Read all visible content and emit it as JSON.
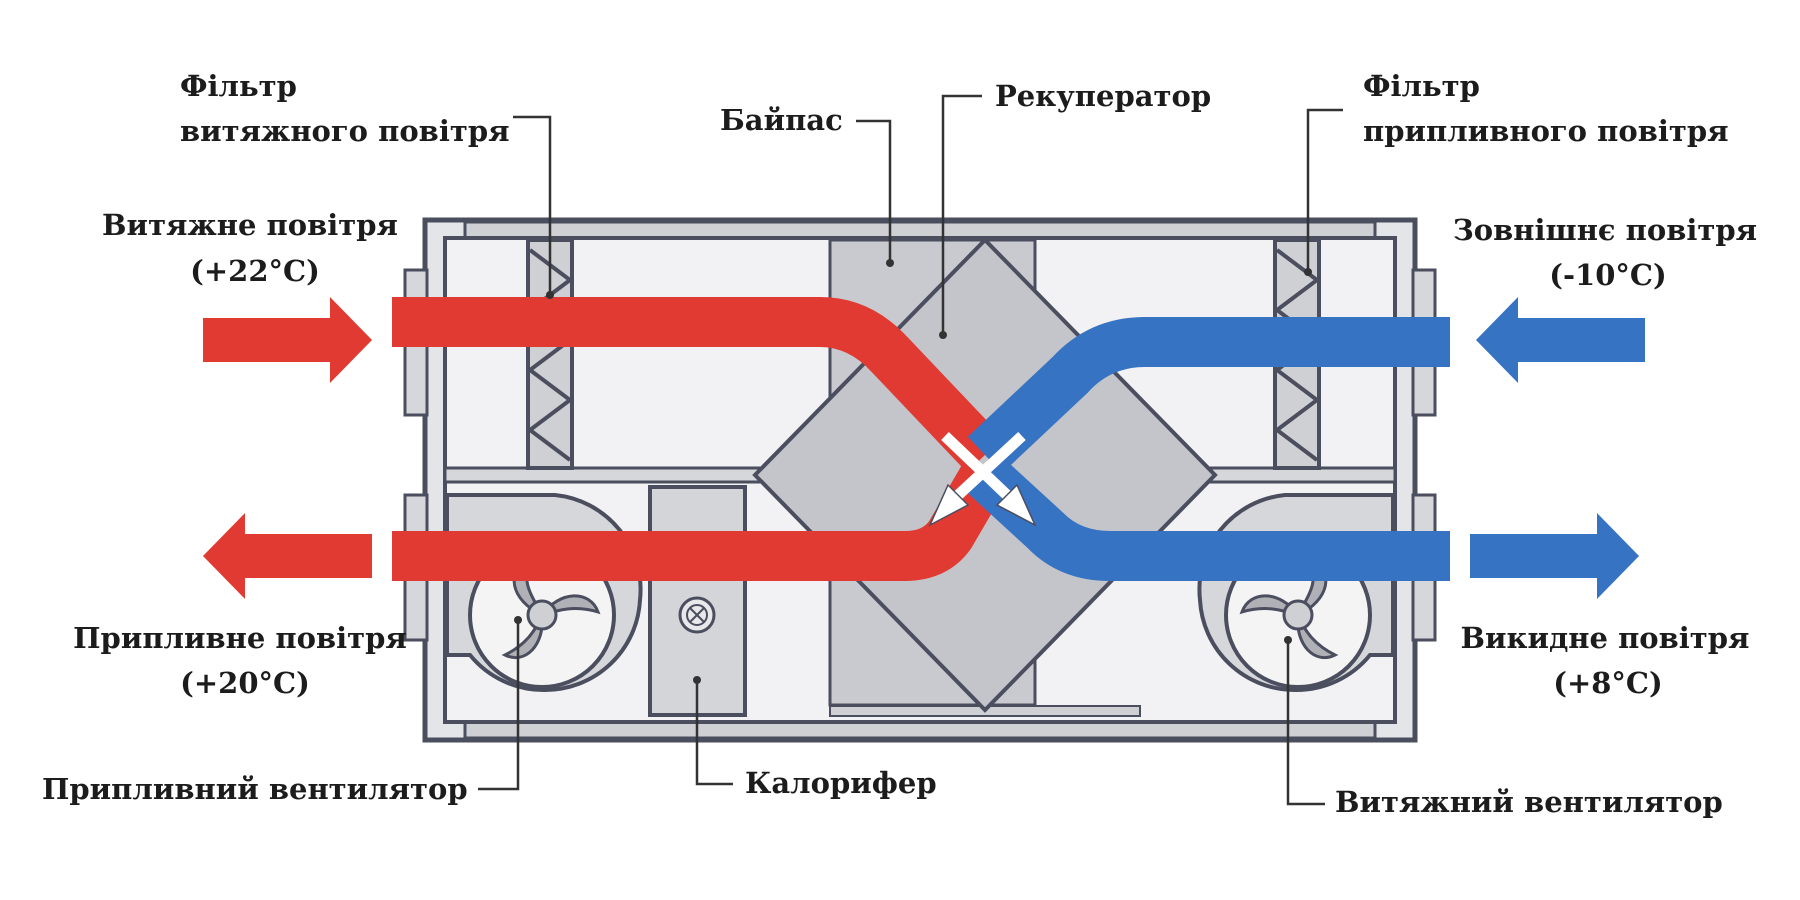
{
  "labels": {
    "exhaust_filter": [
      "Фільтр",
      "витяжного повітря"
    ],
    "bypass": "Байпас",
    "recuperator": "Рекуператор",
    "supply_filter": [
      "Фільтр",
      "припливного повітря"
    ],
    "extract_air": [
      "Витяжне повітря",
      "(+22°C)"
    ],
    "outdoor_air": [
      "Зовнішнє повітря",
      "(-10°C)"
    ],
    "supply_air": [
      "Припливне повітря",
      "(+20°C)"
    ],
    "exhaust_out_air": [
      "Викидне повітря",
      "(+8°C)"
    ],
    "supply_fan": "Припливний вентилятор",
    "heater": "Калорифер",
    "exhaust_fan": "Витяжний вентилятор"
  },
  "colors": {
    "warm_air": "#e03a33",
    "cold_air": "#3673c2",
    "unit_fill": "#d6d7db",
    "unit_stroke": "#4a4e5e",
    "core_fill": "#c4c5ca"
  }
}
